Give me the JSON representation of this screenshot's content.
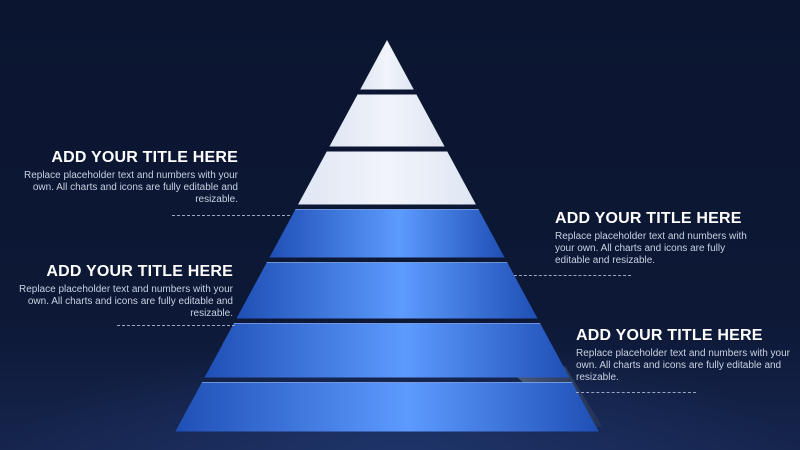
{
  "callouts": [
    {
      "title": "ADD YOUR TITLE HERE",
      "text": "Replace placeholder text and numbers with your own. All charts and icons are fully editable and resizable."
    },
    {
      "title": "ADD YOUR TITLE HERE",
      "text": "Replace placeholder text and numbers with your own. All charts and icons are fully editable and resizable."
    },
    {
      "title": "ADD YOUR TITLE HERE",
      "text": "Replace placeholder text and numbers with your own. All charts and icons are fully editable and resizable."
    },
    {
      "title": "ADD YOUR TITLE HERE",
      "text": "Replace placeholder text and numbers with your own. All charts and icons are fully editable and resizable."
    }
  ],
  "pyramid": {
    "levels": 7,
    "light_levels": 3,
    "colors": {
      "light": "#e8edf7",
      "blue_dark": "#1f4fb5",
      "blue_light": "#5d9bff",
      "background": "#0c1631"
    }
  }
}
